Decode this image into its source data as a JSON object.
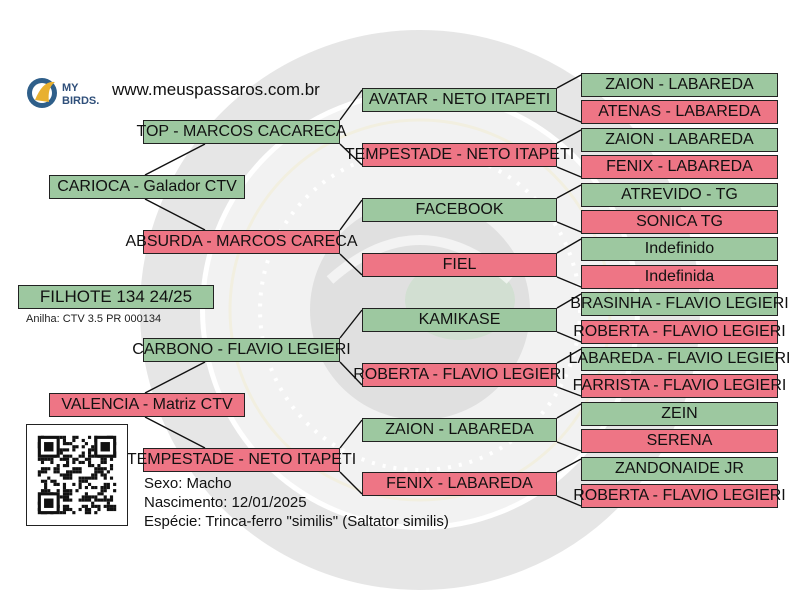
{
  "header": {
    "logo_text_top": "MY",
    "logo_text_bottom": "BIRDS.",
    "website": "www.meuspassaros.com.br"
  },
  "subject": {
    "name": "FILHOTE 134 24/25",
    "ring": "Anilha: CTV 3.5 PR 000134",
    "sex": "Sexo: Macho",
    "birth": "Nascimento: 12/01/2025",
    "species": "Espécie: Trinca-ferro \"similis\" (Saltator similis)"
  },
  "colors": {
    "male": "#9dc8a0",
    "female": "#ee7585",
    "border": "#222222"
  },
  "pedigree": {
    "father": {
      "name": "CARIOCA - Galador CTV",
      "sex": "m"
    },
    "mother": {
      "name": "VALENCIA - Matriz CTV",
      "sex": "f"
    },
    "grandparents": [
      {
        "name": "TOP - MARCOS CACARECA",
        "sex": "m"
      },
      {
        "name": "ABSURDA - MARCOS CARECA",
        "sex": "f"
      },
      {
        "name": "CARBONO - FLAVIO LEGIERI",
        "sex": "m"
      },
      {
        "name": "TEMPESTADE - NETO ITAPETI",
        "sex": "f"
      }
    ],
    "great_grandparents": [
      {
        "name": "AVATAR - NETO ITAPETI",
        "sex": "m"
      },
      {
        "name": "TEMPESTADE - NETO ITAPETI",
        "sex": "f"
      },
      {
        "name": "FACEBOOK",
        "sex": "m"
      },
      {
        "name": "FIEL",
        "sex": "f"
      },
      {
        "name": "KAMIKASE",
        "sex": "m"
      },
      {
        "name": "ROBERTA - FLAVIO LEGIERI",
        "sex": "f"
      },
      {
        "name": "ZAION - LABAREDA",
        "sex": "m"
      },
      {
        "name": "FENIX - LABAREDA",
        "sex": "f"
      }
    ],
    "great_great_grandparents": [
      {
        "name": "ZAION - LABAREDA",
        "sex": "m"
      },
      {
        "name": "ATENAS - LABAREDA",
        "sex": "f"
      },
      {
        "name": "ZAION - LABAREDA",
        "sex": "m"
      },
      {
        "name": "FENIX - LABAREDA",
        "sex": "f"
      },
      {
        "name": "ATREVIDO - TG",
        "sex": "m"
      },
      {
        "name": "SONICA TG",
        "sex": "f"
      },
      {
        "name": "Indefinido",
        "sex": "m"
      },
      {
        "name": "Indefinida",
        "sex": "f"
      },
      {
        "name": "BRASINHA - FLAVIO LEGIERI",
        "sex": "m"
      },
      {
        "name": "ROBERTA - FLAVIO LEGIERI",
        "sex": "f"
      },
      {
        "name": "LABAREDA - FLAVIO LEGIERI",
        "sex": "m"
      },
      {
        "name": "FARRISTA - FLAVIO LEGIERI",
        "sex": "f"
      },
      {
        "name": "ZEIN",
        "sex": "m"
      },
      {
        "name": "SERENA",
        "sex": "f"
      },
      {
        "name": "ZANDONAIDE JR",
        "sex": "m"
      },
      {
        "name": "ROBERTA - FLAVIO LEGIERI",
        "sex": "f"
      }
    ]
  }
}
